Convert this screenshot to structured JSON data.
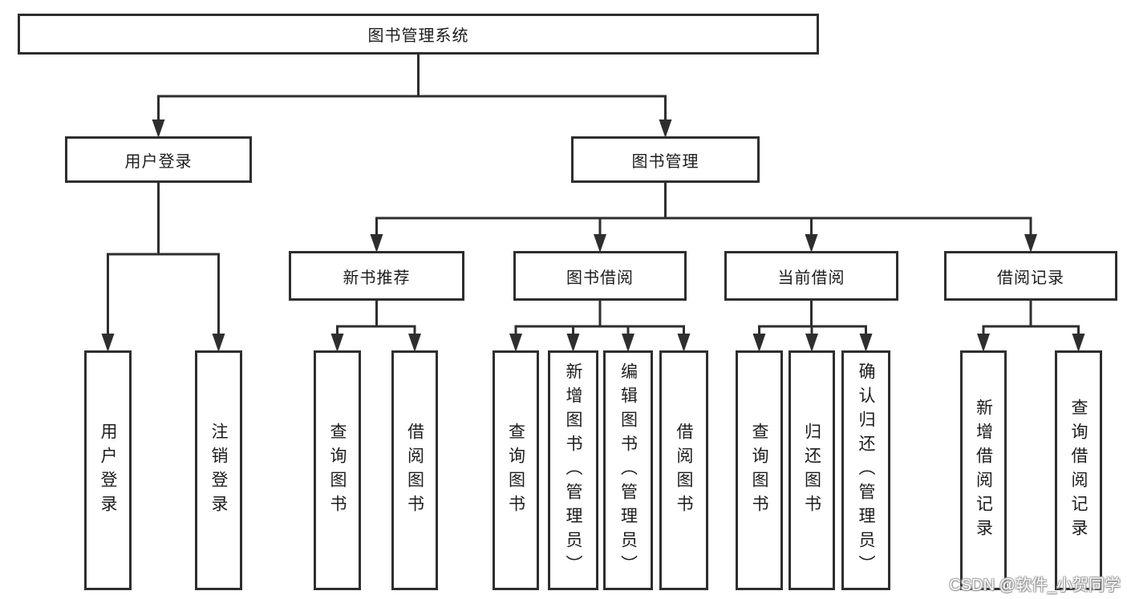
{
  "tree": {
    "root": {
      "label": "图书管理系统"
    },
    "branches": [
      {
        "label": "用户登录",
        "children": [
          {
            "label": "用户登录"
          },
          {
            "label": "注销登录"
          }
        ]
      },
      {
        "label": "图书管理",
        "children": [
          {
            "label": "新书推荐",
            "children": [
              {
                "label": "查询图书"
              },
              {
                "label": "借阅图书"
              }
            ]
          },
          {
            "label": "图书借阅",
            "children": [
              {
                "label": "查询图书"
              },
              {
                "label": "新增图书（管理员）"
              },
              {
                "label": "编辑图书（管理员）"
              },
              {
                "label": "借阅图书"
              }
            ]
          },
          {
            "label": "当前借阅",
            "children": [
              {
                "label": "查询图书"
              },
              {
                "label": "归还图书"
              },
              {
                "label": "确认归还（管理员）"
              }
            ]
          },
          {
            "label": "借阅记录",
            "children": [
              {
                "label": "新增借阅记录"
              },
              {
                "label": "查询借阅记录"
              }
            ]
          }
        ]
      }
    ]
  },
  "watermark": {
    "text": "CSDN @软件_小贺同学"
  },
  "colors": {
    "line": "#2e2e2e",
    "text": "#1c1c1c",
    "background": "#ffffff",
    "watermark_text": "#fdfdfd"
  }
}
